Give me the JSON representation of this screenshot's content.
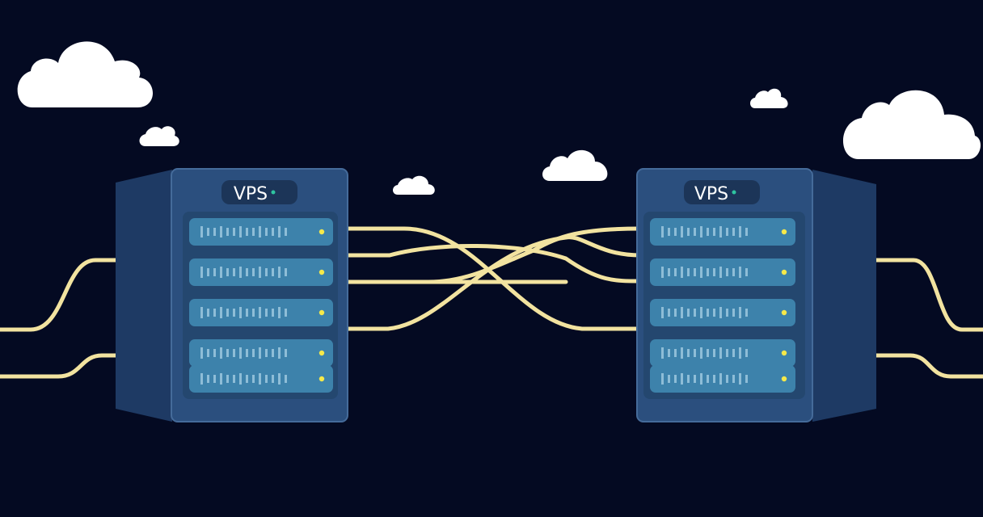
{
  "colors": {
    "background": "#040a22",
    "cloud": "#ffffff",
    "cable": "#f2e3a0",
    "server_front": "#2b4f7e",
    "server_side": "#1e3a64",
    "server_panel": "#24476f",
    "drive_bay": "#3d82ab",
    "drive_led": "#f5e94a",
    "badge_bg": "#1c3558",
    "badge_text": "#ffffff",
    "status_dot": "#2ec4a0"
  },
  "servers": [
    {
      "id": "left",
      "label": "VPS",
      "drive_bays": 5,
      "status": "online"
    },
    {
      "id": "right",
      "label": "VPS",
      "drive_bays": 5,
      "status": "online"
    }
  ],
  "icons": {
    "cloud": "cloud-icon",
    "server": "server-rack-icon",
    "led": "drive-led-icon"
  }
}
